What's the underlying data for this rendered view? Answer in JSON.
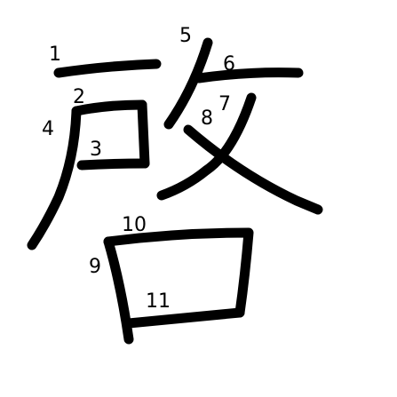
{
  "character": {
    "glyph": "啓",
    "stroke_count": 11,
    "stroke_color": "#000000",
    "background_color": "#ffffff",
    "strokes": [
      {
        "order": 1,
        "label": "1"
      },
      {
        "order": 2,
        "label": "2"
      },
      {
        "order": 3,
        "label": "3"
      },
      {
        "order": 4,
        "label": "4"
      },
      {
        "order": 5,
        "label": "5"
      },
      {
        "order": 6,
        "label": "6"
      },
      {
        "order": 7,
        "label": "7"
      },
      {
        "order": 8,
        "label": "8"
      },
      {
        "order": 9,
        "label": "9"
      },
      {
        "order": 10,
        "label": "10"
      },
      {
        "order": 11,
        "label": "11"
      }
    ]
  }
}
